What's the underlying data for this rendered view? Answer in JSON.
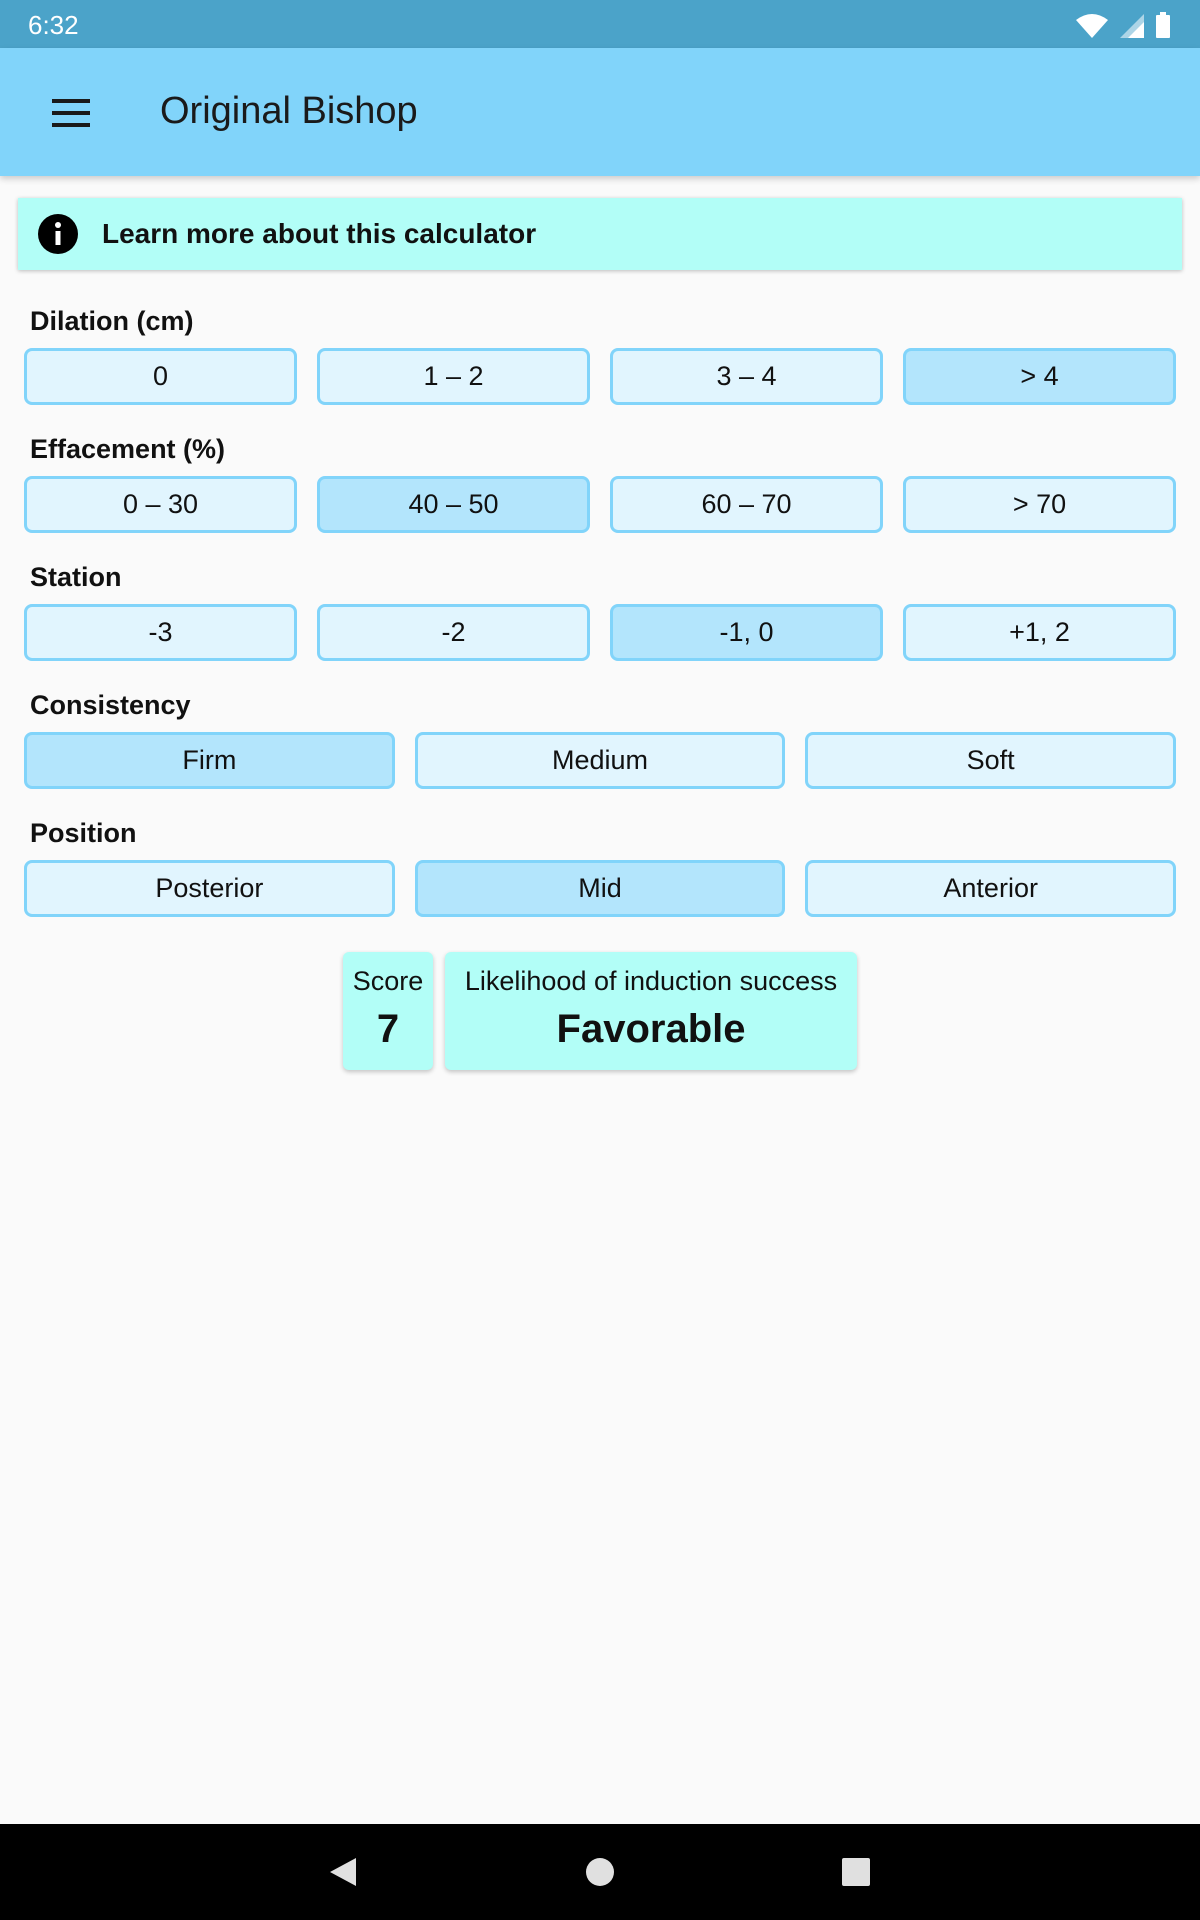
{
  "status_bar": {
    "time": "6:32"
  },
  "app_bar": {
    "title": "Original Bishop",
    "menu_icon": "hamburger-menu-icon"
  },
  "info_banner": {
    "text": "Learn more about this calculator",
    "icon": "info-icon"
  },
  "sections": {
    "dilation": {
      "label": "Dilation (cm)",
      "options": [
        "0",
        "1 – 2",
        "3 – 4",
        "> 4"
      ],
      "selected": "> 4"
    },
    "effacement": {
      "label": "Effacement (%)",
      "options": [
        "0 – 30",
        "40 – 50",
        "60 – 70",
        "> 70"
      ],
      "selected": "40 – 50"
    },
    "station": {
      "label": "Station",
      "options": [
        "-3",
        "-2",
        "-1, 0",
        "+1, 2"
      ],
      "selected": "-1, 0"
    },
    "consistency": {
      "label": "Consistency",
      "options": [
        "Firm",
        "Medium",
        "Soft"
      ],
      "selected": "Firm"
    },
    "position": {
      "label": "Position",
      "options": [
        "Posterior",
        "Mid",
        "Anterior"
      ],
      "selected": "Mid"
    }
  },
  "result": {
    "score_label": "Score",
    "score_value": "7",
    "likelihood_label": "Likelihood of induction success",
    "likelihood_value": "Favorable"
  },
  "colors": {
    "app_bar": "#81d4fa",
    "status_bar": "#4ba3c9",
    "button_bg": "#e1f5fe",
    "button_selected_bg": "#b3e5fc",
    "button_border": "#81d4fa",
    "card_bg": "#b2fef7"
  }
}
